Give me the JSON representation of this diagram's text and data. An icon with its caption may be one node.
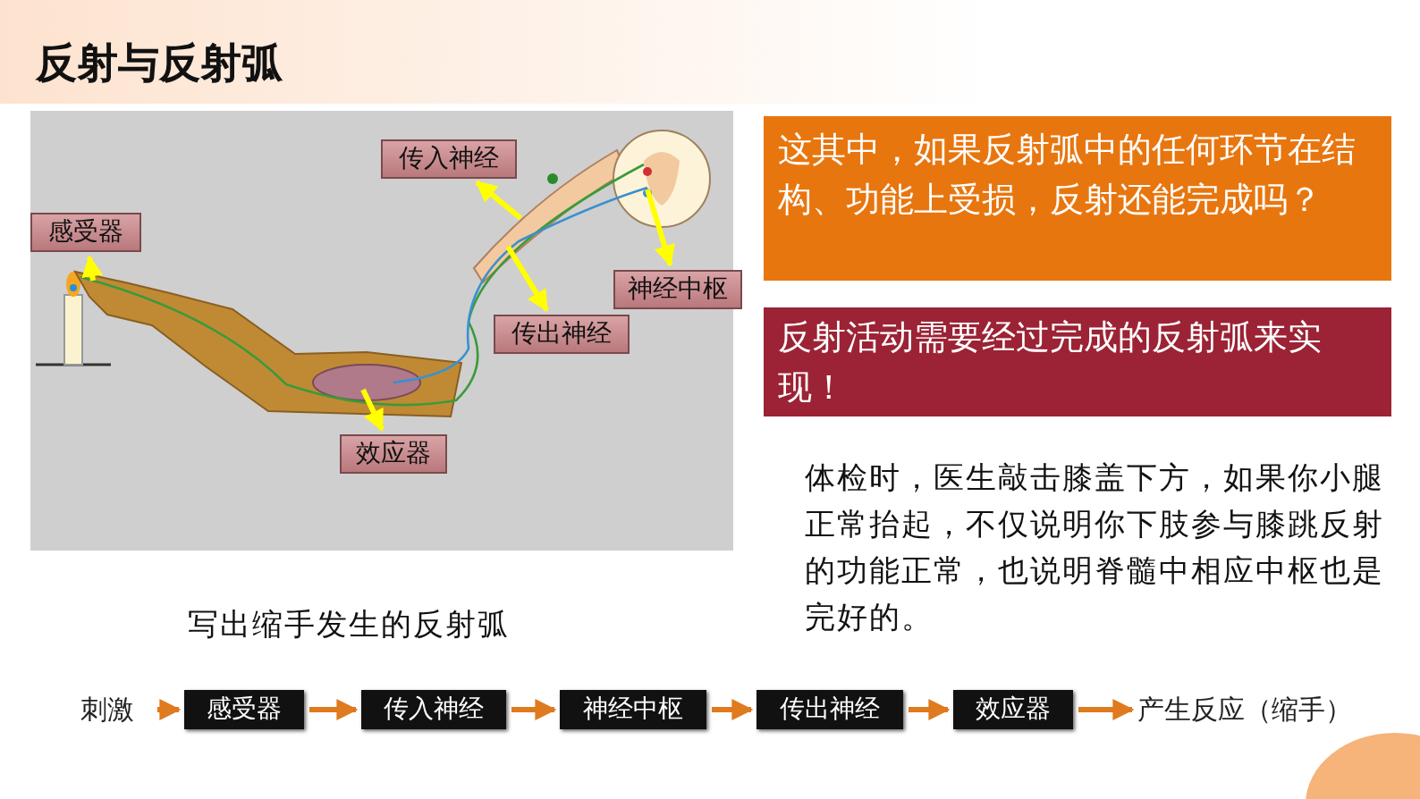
{
  "diagram": {
    "title": "反射与反射弧",
    "nodes": [
      {
        "text": [
          "传入神经"
        ]
      },
      {
        "text": [
          "感受器"
        ]
      },
      {
        "text": [
          "神经中枢"
        ]
      },
      {
        "text": [
          "传出神经"
        ]
      },
      {
        "text": [
          "效应器"
        ]
      },
      {
        "text": [
          "这其中，如果反射弧中的任何环节在结构、功能上受损，反射还能完成吗？"
        ]
      },
      {
        "text": [
          "反射活动需要经过完成的反射弧来实现！"
        ]
      },
      {
        "text": [
          "刺激"
        ]
      },
      {
        "text": [
          "感受器"
        ]
      },
      {
        "text": [
          "传入神经"
        ]
      },
      {
        "text": [
          "神经中枢"
        ]
      },
      {
        "text": [
          "传出神经"
        ]
      },
      {
        "text": [
          "效应器"
        ]
      },
      {
        "text": [
          "产生反应（缩手）"
        ]
      }
    ],
    "edges": [
      {
        "from": null,
        "to": 0,
        "arrow": "to",
        "color": "#ffff00"
      },
      {
        "from": null,
        "to": 1,
        "arrow": "to",
        "color": "#ffff00"
      },
      {
        "from": null,
        "to": 2,
        "arrow": "to",
        "color": "#ffff00"
      },
      {
        "from": null,
        "to": 3,
        "arrow": "to",
        "color": "#ffff00"
      },
      {
        "from": null,
        "to": 4,
        "arrow": "to",
        "color": "#ffff00"
      },
      {
        "from": 7,
        "to": 8,
        "arrow": "to"
      },
      {
        "from": 8,
        "to": 9,
        "arrow": "to"
      },
      {
        "from": 9,
        "to": 10,
        "arrow": "to"
      },
      {
        "from": 10,
        "to": 11,
        "arrow": "to"
      },
      {
        "from": 11,
        "to": 12,
        "arrow": "to"
      },
      {
        "from": 12,
        "to": 13,
        "arrow": "to"
      }
    ],
    "labels": [
      "体检时，医生敲击膝盖下方，如果你小腿正常抬起，不仅说明你下肢参与膝跳反射的功能正常，也说明脊髓中相应中枢也是完好的。",
      "写出缩手发生的反射弧"
    ]
  }
}
